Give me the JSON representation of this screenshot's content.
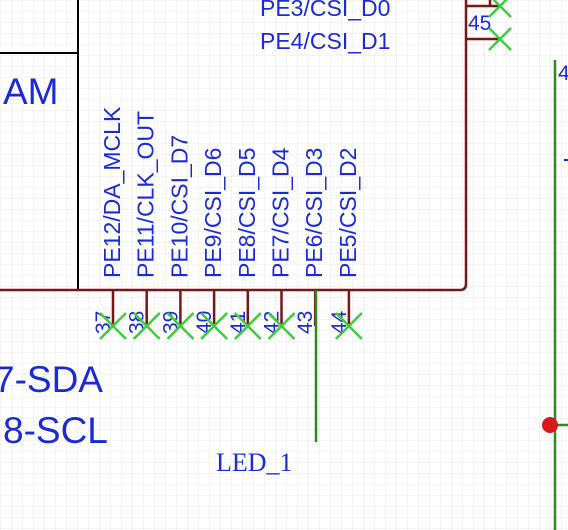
{
  "colors": {
    "grid": "#e8e8e8",
    "body": "#7a1515",
    "text": "#1a2bd6",
    "wire": "#2e8b22",
    "noconnect": "#3dcc3d",
    "junction": "#d61a1a",
    "net_label": "#1a2bd6"
  },
  "chip": {
    "left_labels": [
      "AM",
      "7-SDA",
      "8-SCL"
    ],
    "right_pins": [
      {
        "label": "PE3/CSI_D0",
        "number": ""
      },
      {
        "label": "PE4/CSI_D1",
        "number": "45"
      }
    ],
    "right_edge_label": "4",
    "bottom_pins": [
      {
        "label": "PE12/DA_MCLK",
        "number": "37"
      },
      {
        "label": "PE11/CLK_OUT",
        "number": "38"
      },
      {
        "label": "PE10/CSI_D7",
        "number": "39"
      },
      {
        "label": "PE9/CSI_D6",
        "number": "40"
      },
      {
        "label": "PE8/CSI_D5",
        "number": "41"
      },
      {
        "label": "PE7/CSI_D4",
        "number": "42"
      },
      {
        "label": "PE6/CSI_D3",
        "number": "43"
      },
      {
        "label": "PE5/CSI_D2",
        "number": "44"
      }
    ]
  },
  "net": {
    "label": "LED_1"
  }
}
